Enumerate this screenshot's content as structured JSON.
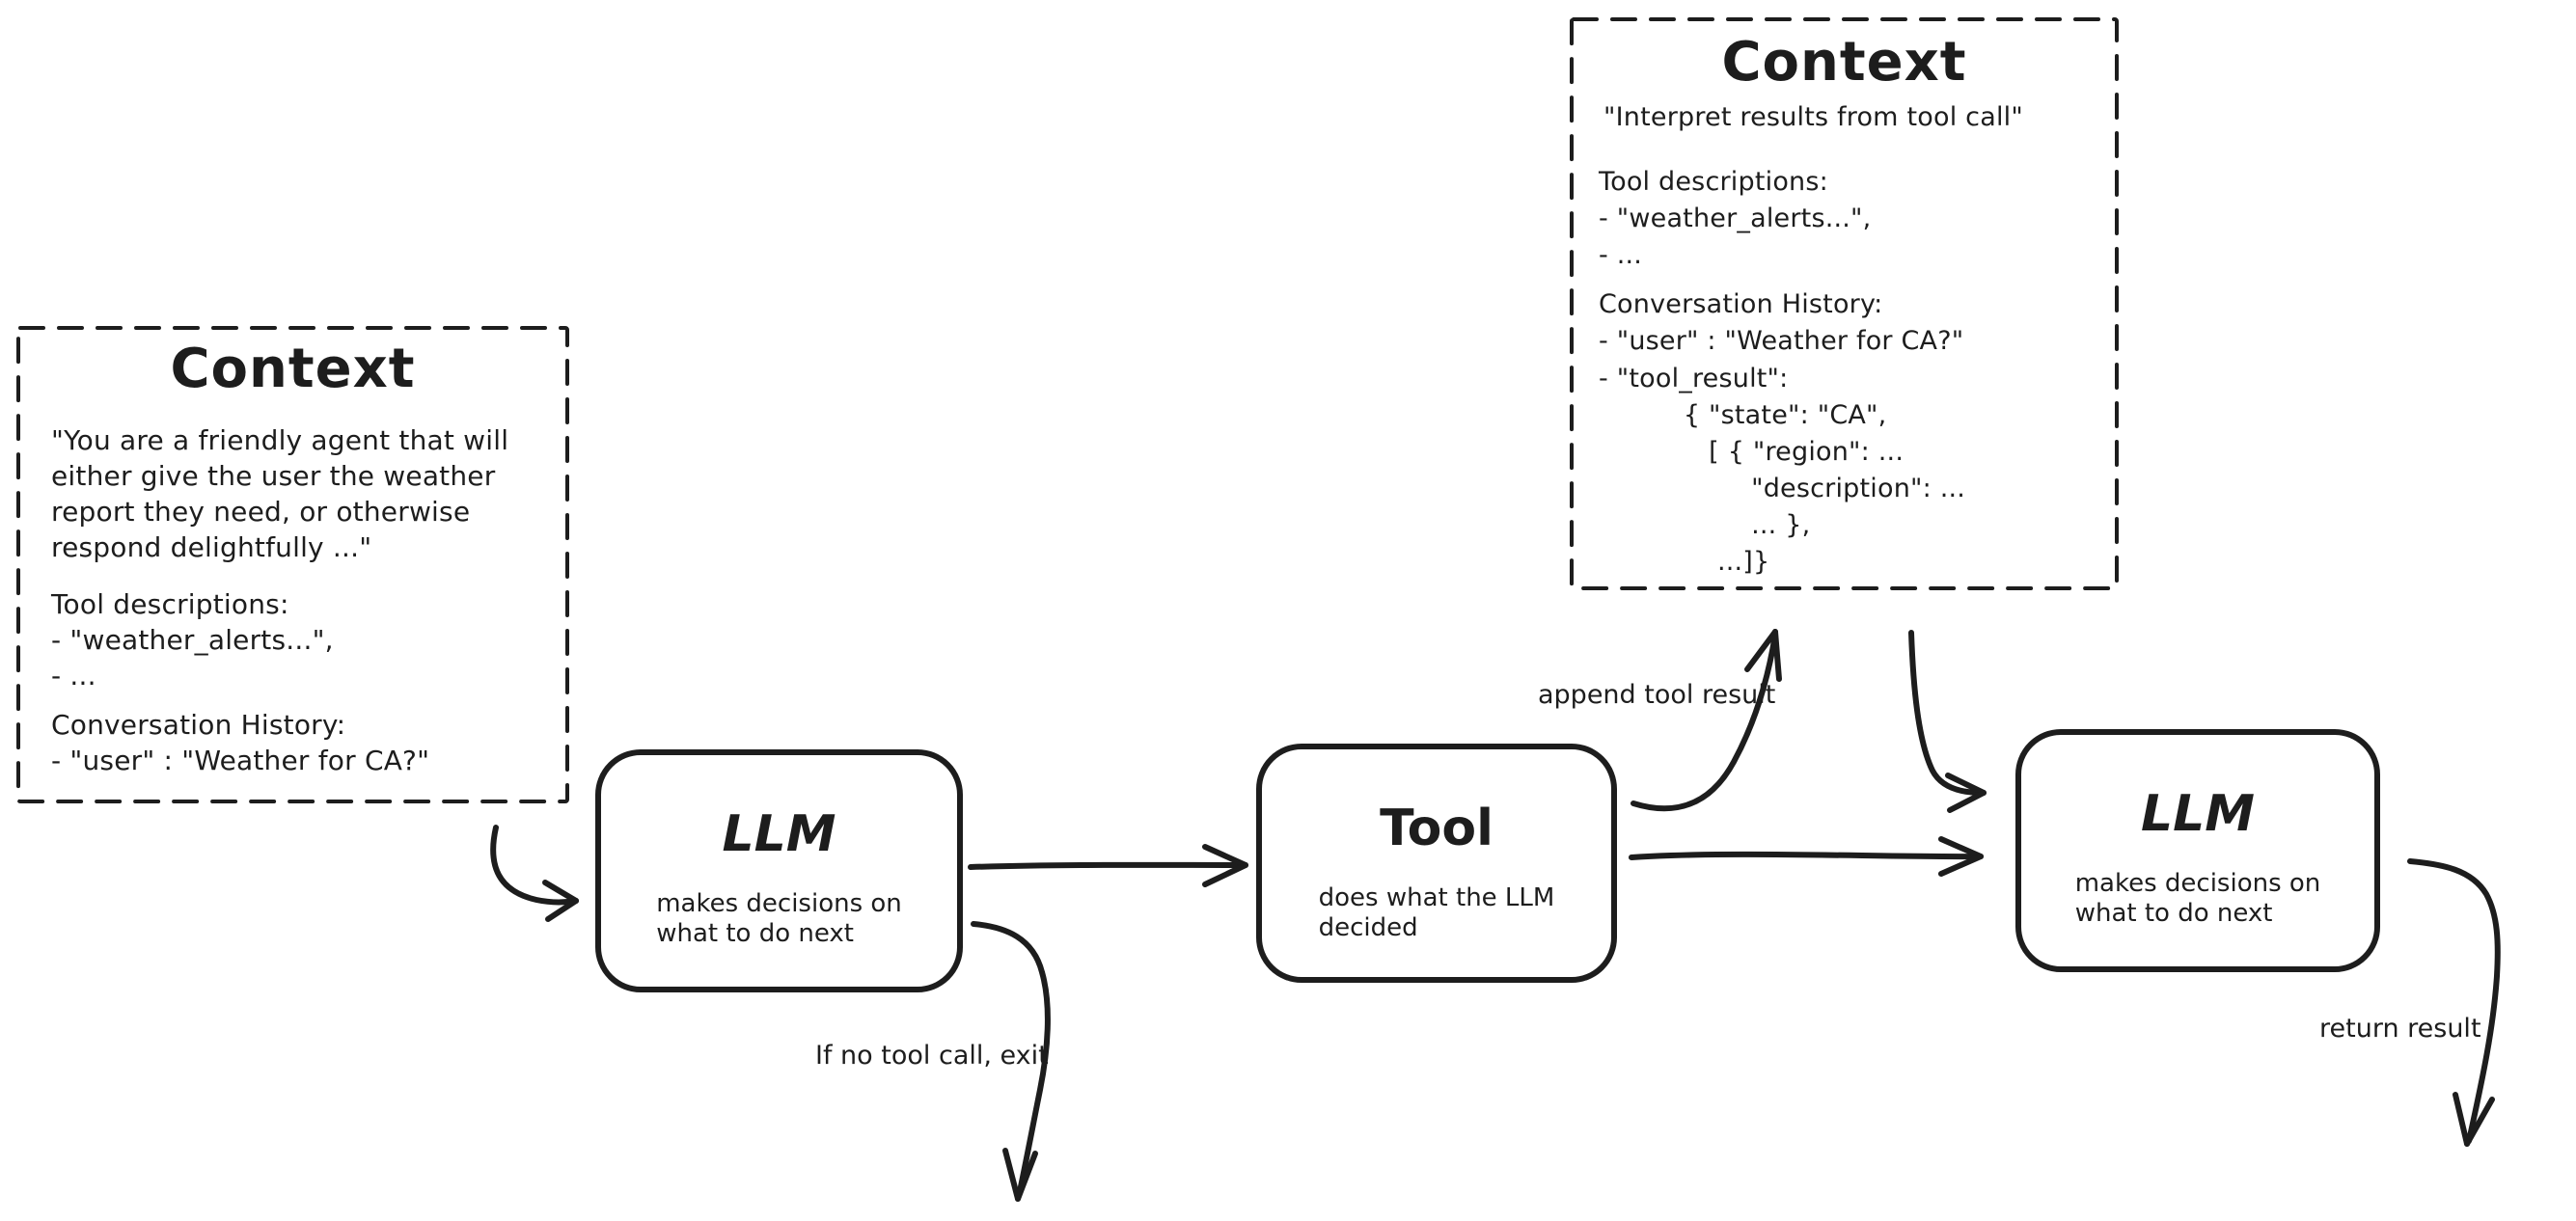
{
  "canvas": {
    "background": "#ffffff",
    "ink": "#1d1d1d"
  },
  "context_left": {
    "title": "Context",
    "paragraphs": {
      "system_prompt": [
        "\"You are a friendly agent that will",
        "either give the user the weather",
        "report they need, or otherwise",
        "respond delightfully ...\""
      ],
      "tool_descriptions": [
        "Tool descriptions:",
        "- \"weather_alerts...\",",
        "- ..."
      ],
      "conversation_history": [
        "Conversation History:",
        "- \"user\" : \"Weather for CA?\""
      ]
    }
  },
  "context_right": {
    "title": "Context",
    "paragraphs": {
      "system_prompt": [
        "\"Interpret results from tool call\""
      ],
      "tool_descriptions": [
        "Tool descriptions:",
        "- \"weather_alerts...\",",
        "- ..."
      ],
      "conversation_history": [
        "Conversation History:",
        "- \"user\" : \"Weather for CA?\""
      ],
      "tool_result": [
        "- \"tool_result\":",
        "          { \"state\": \"CA\",",
        "             [ { \"region\": ...",
        "                  \"description\": ...",
        "                  ... },",
        "              ...]}"
      ]
    }
  },
  "nodes": {
    "llm1": {
      "title": "LLM",
      "subtitle": [
        "makes decisions on",
        "what to do next"
      ]
    },
    "tool": {
      "title": "Tool",
      "subtitle": [
        "does what the LLM",
        "decided"
      ]
    },
    "llm2": {
      "title": "LLM",
      "subtitle": [
        "makes decisions on",
        "what to do next"
      ]
    }
  },
  "labels": {
    "append_tool_result": "append tool result",
    "no_tool_call_exit": "If no tool call, exit",
    "return_result": "return result"
  }
}
